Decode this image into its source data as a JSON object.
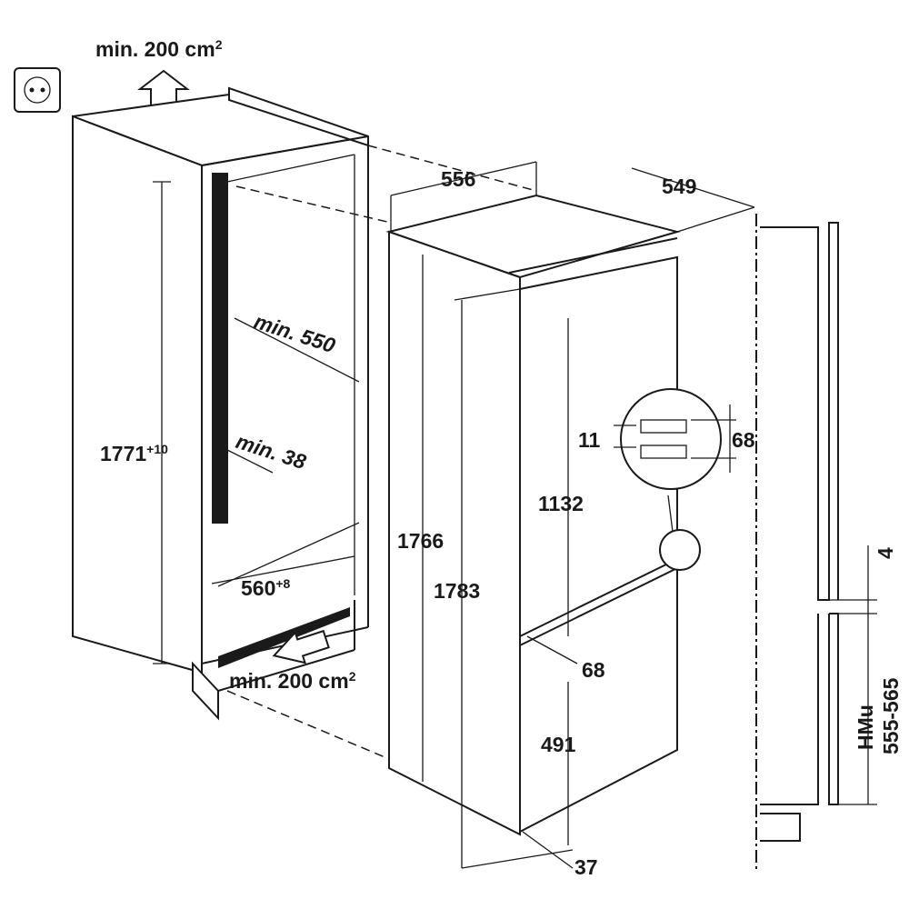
{
  "colors": {
    "line": "#1a1a1a",
    "background": "#ffffff",
    "seal": "#2a2a2a"
  },
  "labels": {
    "vent_top": "min. 200 cm",
    "vent_top_sup": "2",
    "width_556": "556",
    "depth_549": "549",
    "min_550": "min. 550",
    "height_1771": "1771",
    "height_1771_sup": "+10",
    "min_38": "min. 38",
    "width_560": "560",
    "width_560_sup": "+8",
    "vent_bottom": "min. 200 cm",
    "vent_bottom_sup": "2",
    "height_1766": "1766",
    "height_1783": "1783",
    "height_1132": "1132",
    "detail_11": "11",
    "detail_68": "68",
    "gap_68": "68",
    "height_491": "491",
    "plinth_37": "37",
    "gap_4": "4",
    "hmu": "HMu",
    "hmu_range": "555-565"
  },
  "icons": [
    "power-socket-icon",
    "arrow-up-icon",
    "arrow-in-icon",
    "hinge-detail-icon"
  ]
}
